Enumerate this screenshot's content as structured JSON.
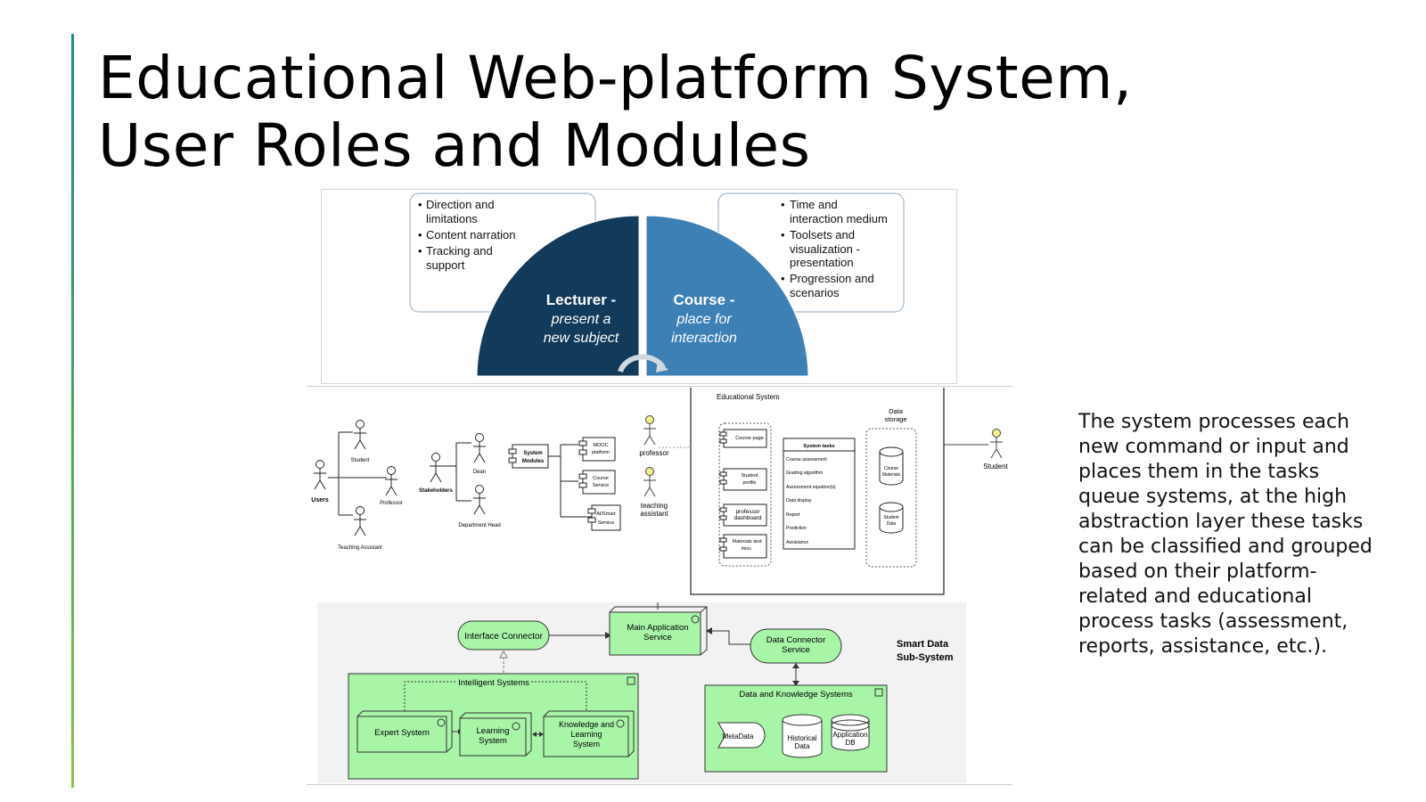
{
  "title": {
    "line1": "Educational Web-platform System,",
    "line2": "User Roles and Modules"
  },
  "side_text": "The system processes each new command or input and places them in the tasks queue systems, at the high abstraction layer these tasks can be classified and grouped based on their platform-related and educational process tasks (assessment, reports, assistance, etc.).",
  "panel1": {
    "left_bullets": [
      "Direction and",
      "limitations",
      "Content narration",
      "Tracking and",
      "support"
    ],
    "right_bullets": [
      "Time and",
      "interaction medium",
      "Toolsets and",
      "visualization -",
      "presentation",
      "Progression and",
      "scenarios"
    ],
    "lecturer_title": "Lecturer -",
    "lecturer_sub1": "present a",
    "lecturer_sub2": "new subject",
    "course_title": "Course -",
    "course_sub1": "place for",
    "course_sub2": "interaction",
    "colors": {
      "dark": "#123a5a",
      "light": "#3c80b5"
    }
  },
  "panel2": {
    "users": "Users",
    "student": "Student",
    "professor": "Professor",
    "ta": "Teaching Assistant",
    "stakeholders": "Stakeholders",
    "dean": "Dean",
    "dept_head": "Department Head",
    "system_modules_1": "System",
    "system_modules_2": "Modules",
    "mooc_1": "MOOC",
    "mooc_2": "platform",
    "course_service_1": "Course",
    "course_service_2": "Service",
    "ai_1": "AI/Smart",
    "ai_2": "Service",
    "actor_professor": "professor",
    "actor_teaching_1": "teaching",
    "actor_teaching_2": "assistant",
    "edu_system": "Educational System",
    "course_page": "Course page",
    "student_profile_1": "Student",
    "student_profile_2": "profile",
    "prof_dash_1": "professor",
    "prof_dash_2": "dashboard",
    "materials_1": "Materials and",
    "materials_2": "misc.",
    "system_tasks": "System tasks",
    "tasks": [
      "Course assessment",
      "Grading algorithm",
      "Assessment equation(s)",
      "Data display",
      "Report",
      "Prediction",
      "Assistance"
    ],
    "data_storage_1": "Data",
    "data_storage_2": "storage",
    "course_materials_1": "Course",
    "course_materials_2": "Materials",
    "student_data_1": "Student",
    "student_data_2": "Data",
    "actor_student": "Student"
  },
  "panel3": {
    "interface_connector": "Interface Connector",
    "main_app_1": "Main Application",
    "main_app_2": "Service",
    "data_connector_1": "Data Connector",
    "data_connector_2": "Service",
    "smart_1": "Smart Data",
    "smart_2": "Sub-System",
    "intelligent": "Intelligent Systems",
    "expert": "Expert System",
    "learning_1": "Learning",
    "learning_2": "System",
    "knowledge_1": "Knowledge and",
    "knowledge_2": "Learning",
    "knowledge_3": "System",
    "dks": "Data and Knowledge Systems",
    "metadata": "MetaData",
    "historical_1": "Historical",
    "historical_2": "Data",
    "appdb_1": "Application",
    "appdb_2": "DB",
    "colors": {
      "green": "#a8f5a8",
      "bg": "#f2f2f2"
    }
  }
}
